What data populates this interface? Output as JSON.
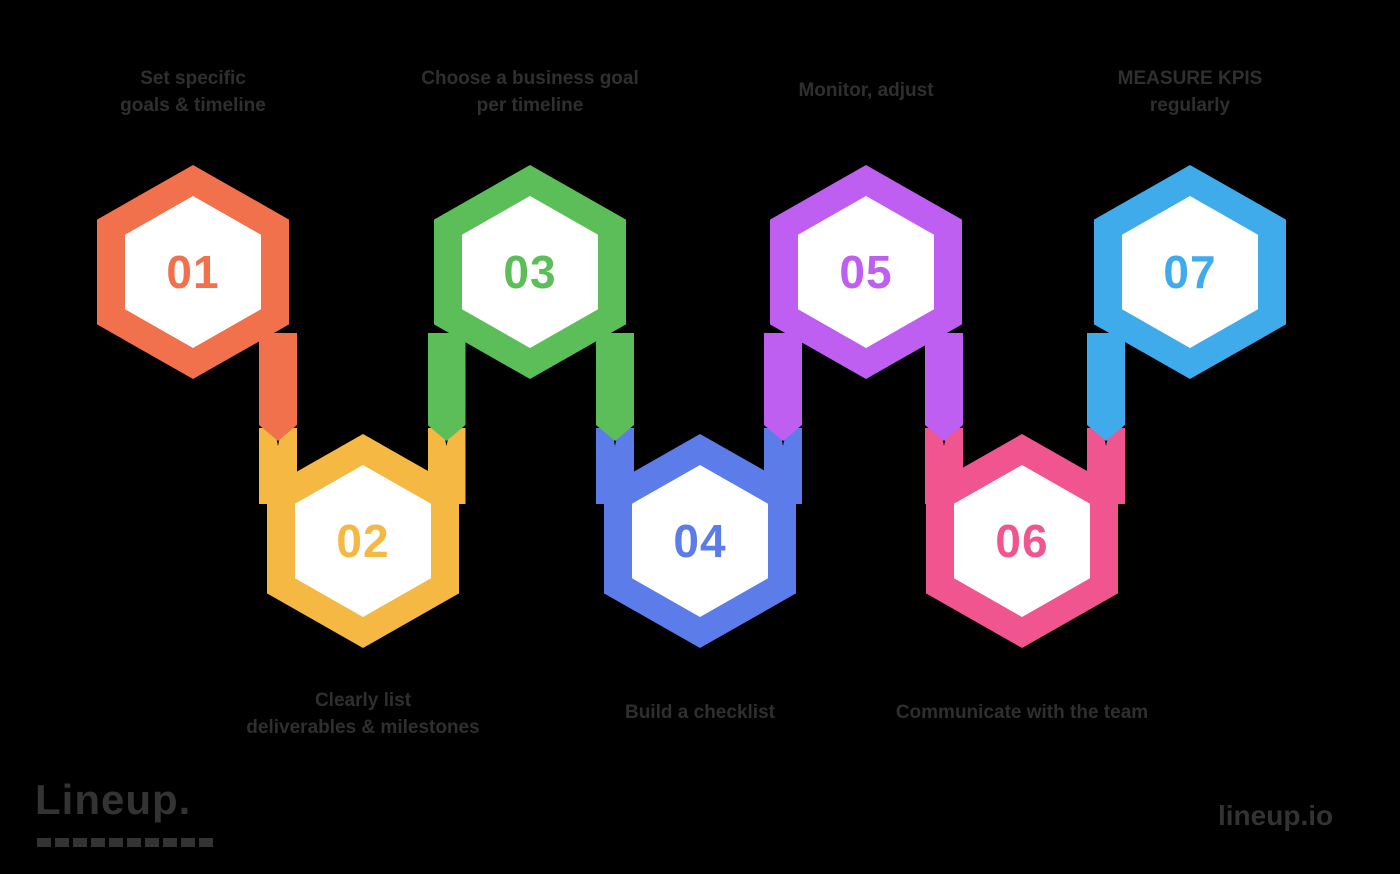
{
  "background_color": "#000000",
  "label_text_color": "#2f2f2f",
  "steps": [
    {
      "number": "01",
      "color": "#F0714C",
      "label_lines": [
        "Set specific",
        "goals & timeline"
      ],
      "label_position": "above"
    },
    {
      "number": "02",
      "color": "#F4B843",
      "label_lines": [
        "Clearly list",
        "deliverables & milestones"
      ],
      "label_position": "below"
    },
    {
      "number": "03",
      "color": "#5CBE59",
      "label_lines": [
        "Choose a business goal",
        "per timeline"
      ],
      "label_position": "above"
    },
    {
      "number": "04",
      "color": "#5C7CEA",
      "label_lines": [
        "Build a checklist"
      ],
      "label_position": "below"
    },
    {
      "number": "05",
      "color": "#BF5FF2",
      "label_lines": [
        "Monitor, adjust"
      ],
      "label_position": "above"
    },
    {
      "number": "06",
      "color": "#F0558F",
      "label_lines": [
        "Communicate with the team"
      ],
      "label_position": "below"
    },
    {
      "number": "07",
      "color": "#3FABEA",
      "label_lines": [
        "MEASURE KPIS",
        "regularly"
      ],
      "label_position": "above"
    }
  ],
  "footer": {
    "logo_text": "Lineup.",
    "website": "lineup.io"
  }
}
